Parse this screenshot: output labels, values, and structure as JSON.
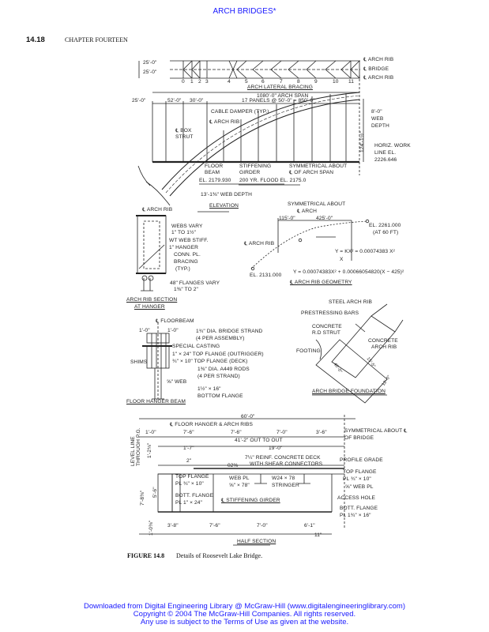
{
  "header": {
    "title": "ARCH BRIDGES*",
    "page_number": "14.18",
    "chapter": "CHAPTER FOURTEEN"
  },
  "elevation": {
    "title": "ELEVATION",
    "panels": [
      "0",
      "1",
      "2",
      "3",
      "4",
      "5",
      "6",
      "7",
      "8",
      "9",
      "10",
      "11"
    ],
    "labels": [
      "25'-0\"",
      "25'-0\"",
      "ARCH LATERAL BRACING",
      "1080'-0\" ARCH SPAN",
      "25'-0\"",
      "52'-0\"",
      "30'-0\"",
      "17 PANELS @ 50'-0\" = 850'-0\"",
      "CABLE DAMPER (TYP.)",
      "℄ ARCH RIB",
      "℄ BOX",
      "STRUT",
      "FLOOR",
      "BEAM",
      "STIFFENING",
      "GIRDER",
      "SYMMETRICAL ABOUT",
      "℄ OF ARCH SPAN",
      "EL. 2179.930",
      "200 YR. FLOOD EL. 2175.0",
      "13'-1⅜\" WEB DEPTH",
      "℄ ARCH RIB",
      "℄ BRIDGE",
      "℄ ARCH RIB",
      "8'-0\"",
      "WEB",
      "DEPTH",
      "124'-1½\"",
      "HORIZ. WORK",
      "LINE EL.",
      "2226.646"
    ]
  },
  "rib_section": {
    "title": [
      "ARCH RIB SECTION",
      "AT HANGER"
    ],
    "labels": [
      "℄ ARCH RIB",
      "WEBS VARY",
      "1\" TO 1½\"",
      "WT WEB STIFF.",
      "1\" HANGER",
      "CONN. PL.",
      "BRACING",
      "(TYP.)",
      "48\" FLANGES VARY",
      "1⅜\" TO 2\""
    ]
  },
  "rib_geometry": {
    "title": "℄ ARCH RIB GEOMETRY",
    "labels": [
      "SYMMETRICAL ABOUT",
      "℄ ARCH",
      "115'-0\"",
      "425'-0\"",
      "EL. 2261.000",
      "(AT 60 FT)",
      "℄ ARCH RIB",
      "Y = KX² = 0.00074383 X²",
      "X",
      "EL. 2131.000",
      "Y = 0.00074383X² + 0.00066054820(X − 425)²"
    ]
  },
  "hanger_beam": {
    "title": "FLOOR HANGER BEAM",
    "labels": [
      "℄ FLOORBEAM",
      "1'-0\"",
      "1'-0\"",
      "1¾\" DIA. BRIDGE STRAND",
      "(4 PER ASSEMBLY)",
      "SPECIAL CASTING",
      "1\" × 24\" TOP FLANGE (OUTRIGGER)",
      "¾\" × 10\" TOP FLANGE (DECK)",
      "SHIMS",
      "1⅜\" DIA. A449 RODS",
      "(4 PER STRAND)",
      "⅝\" WEB",
      "1½\" × 16\"",
      "BOTTOM FLANGE"
    ]
  },
  "foundation": {
    "title": "ARCH BRIDGE FOUNDATION",
    "labels": [
      "STEEL ARCH RIB",
      "PRESTRESSING BARS",
      "CONCRETE",
      "R.D STRUT",
      "CONCRETE",
      "ARCH RIB",
      "FOOTING",
      "40'-0\"",
      "15'-5\"",
      "12'-0\""
    ]
  },
  "half_section": {
    "title": "HALF SECTION",
    "labels": [
      "60'-0\"",
      "℄ FLOOR HANGER & ARCH RIBS",
      "LEVEL LINE THROUGH P.G.",
      "1'-0\"",
      "7'-6\"",
      "7'-6\"",
      "7'-0\"",
      "3'-6\"",
      "SYMMETRICAL ABOUT ℄",
      "OF BRIDGE",
      "41'-2\" OUT TO OUT",
      "1'-7\"",
      "19'-0\"",
      "7¼\" REINF. CONCRETE DECK",
      "WITH SHEAR CONNECTORS",
      "PROFILE GRADE",
      "2\"",
      "02%",
      "1'-2⅛\"",
      "TOP FLANGE",
      "PL ¾\" × 10\"",
      "WEB PL",
      "⅝\" × 78\"",
      "W24 × 78",
      "STRINGER",
      "TOP FLANGE",
      "PL ¾\" × 10\"",
      "⅝\" WEB PL",
      "ACCESS HOLE",
      "BOTT. FLANGE",
      "PL 1\" × 24\"",
      "℄ STIFFENING GIRDER",
      "BOTT. FLANGE",
      "PL 1¾\" × 16\"",
      "7'-8⅜\"",
      "5'-6\"",
      "1'-0⅜\"",
      "3'-8\"",
      "7'-6\"",
      "7'-0\"",
      "6'-1\"",
      "11\""
    ]
  },
  "caption": {
    "label": "FIGURE 14.8",
    "text": "Details of Roosevelt Lake Bridge."
  },
  "footer": {
    "line1": "Downloaded from Digital Engineering Library @ McGraw-Hill (www.digitalengineeringlibrary.com)",
    "line2": "Copyright © 2004 The McGraw-Hill Companies. All rights reserved.",
    "line3": "Any use is subject to the Terms of Use as given at the website."
  }
}
